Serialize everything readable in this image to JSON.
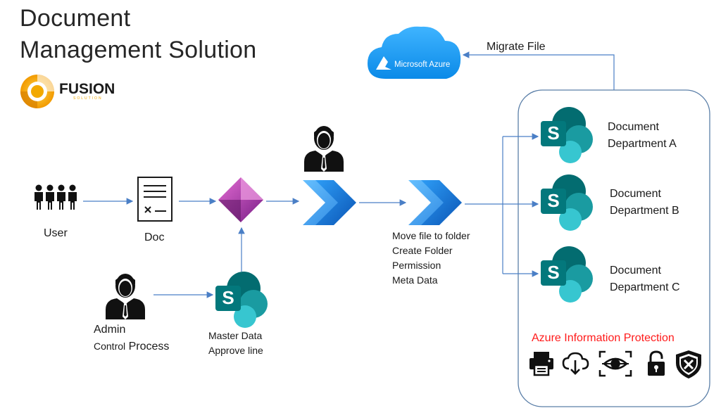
{
  "title": {
    "line1": "Document",
    "line2": "Management Solution"
  },
  "logo": {
    "name": "FUSION",
    "sub": "SOLUTION"
  },
  "azure": {
    "label": "Microsoft Azure",
    "arrow_label": "Migrate File"
  },
  "user": {
    "label": "User"
  },
  "doc": {
    "label": "Doc"
  },
  "admin": {
    "label1": "Admin",
    "label2_small": "Control",
    "label2_big": "Process"
  },
  "master": {
    "line1": "Master Data",
    "line2": "Approve line"
  },
  "flow2": {
    "lines": [
      "Move file to folder",
      "Create Folder",
      "Permission",
      "Meta Data"
    ]
  },
  "departments": [
    {
      "line1": "Document",
      "line2": "Department A"
    },
    {
      "line1": "Document",
      "line2": "Department B"
    },
    {
      "line1": "Document",
      "line2": "Department C"
    }
  ],
  "aip": {
    "label": "Azure Information Protection",
    "icons": [
      "printer-icon",
      "cloud-download-icon",
      "eye-scan-icon",
      "padlock-icon",
      "shield-x-icon"
    ]
  },
  "colors": {
    "arrow": "#4a7fc6",
    "azure": "#1c9ff0",
    "sharepoint_dark": "#036c70",
    "sharepoint_teal": "#1a9ba1",
    "sharepoint_light": "#37c6d0",
    "power_automate": "#0f6cbd",
    "power_apps": "#a43da0",
    "logo_orange": "#f2a900",
    "aip_red": "#ff1a1a"
  }
}
